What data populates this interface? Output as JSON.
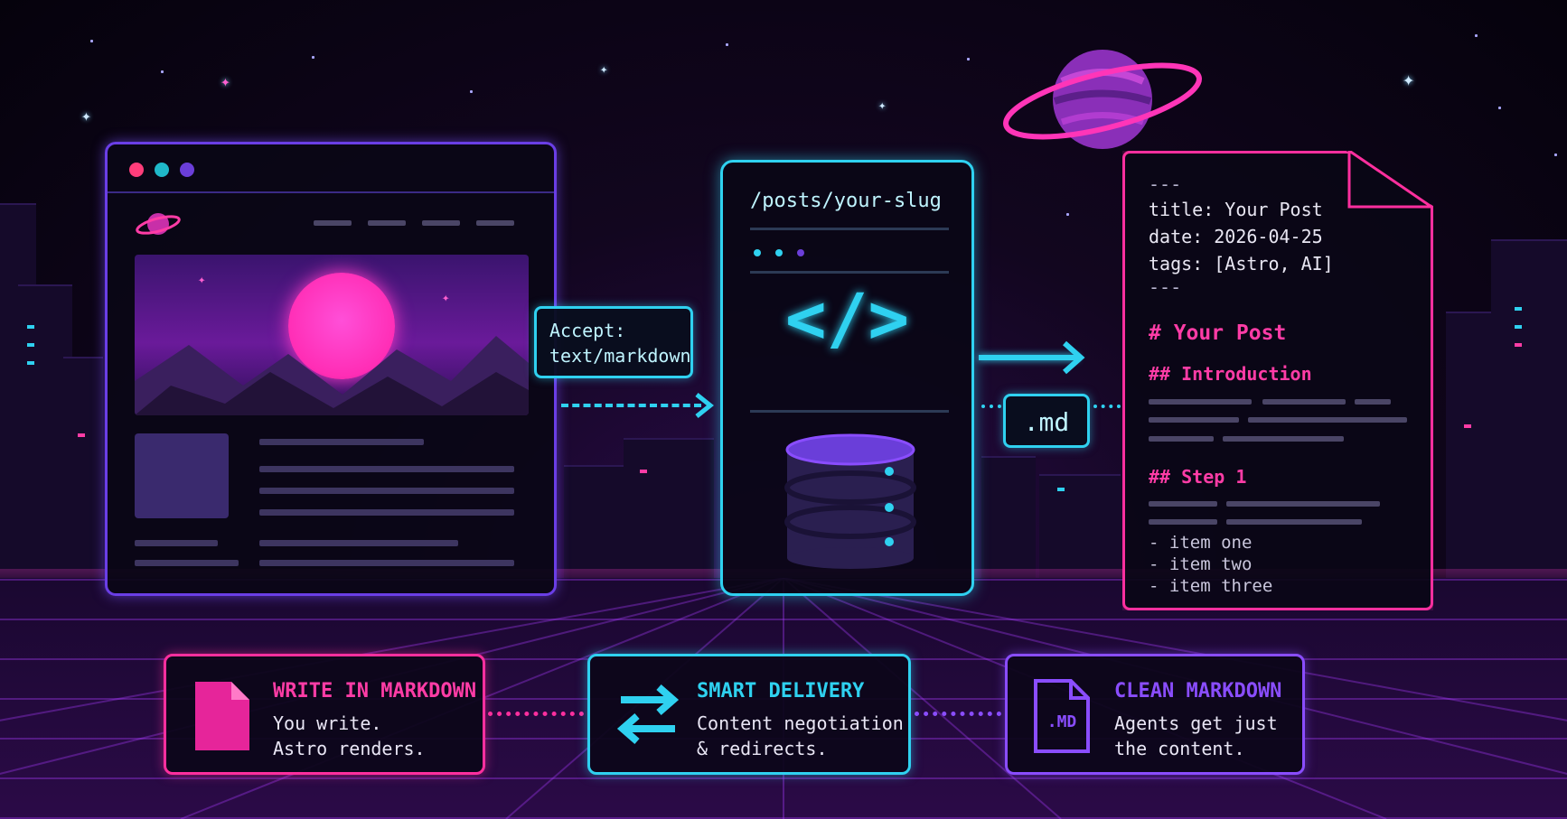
{
  "colors": {
    "accent_cyan": "#2fd1f0",
    "accent_pink": "#ff2f9e",
    "accent_purple": "#8a4dff",
    "background": "#06030f"
  },
  "browser_window": {
    "traffic_lights": [
      "#ff3d7a",
      "#1fb8c9",
      "#6b3ed9"
    ],
    "logo_icon": "planet-icon"
  },
  "request_label": {
    "line1": "Accept:",
    "line2": "text/markdown"
  },
  "server": {
    "route": "/posts/your-slug",
    "code_icon": "</>",
    "database_icon": "database-icon"
  },
  "format_label": ".md",
  "markdown_doc": {
    "frontmatter_open": "---",
    "title_line": "title: Your Post",
    "date_line": "date: 2026-04-25",
    "tags_line": "tags: [Astro, AI]",
    "frontmatter_close": "---",
    "h1": "# Your Post",
    "h2_intro": "## Introduction",
    "h2_step": "## Step 1",
    "list": [
      "- item one",
      "- item two",
      "- item three"
    ]
  },
  "features": [
    {
      "icon": "file-icon",
      "title": "WRITE IN MARKDOWN",
      "desc1": "You write.",
      "desc2": "Astro renders.",
      "color": "#ff2f9e"
    },
    {
      "icon": "swap-arrows-icon",
      "title": "SMART DELIVERY",
      "desc1": "Content negotiation",
      "desc2": "& redirects.",
      "color": "#2fd1f0"
    },
    {
      "icon": "md-file-icon",
      "icon_text": ".MD",
      "title": "CLEAN MARKDOWN",
      "desc1": "Agents get just",
      "desc2": "the content.",
      "color": "#8a4dff"
    }
  ]
}
